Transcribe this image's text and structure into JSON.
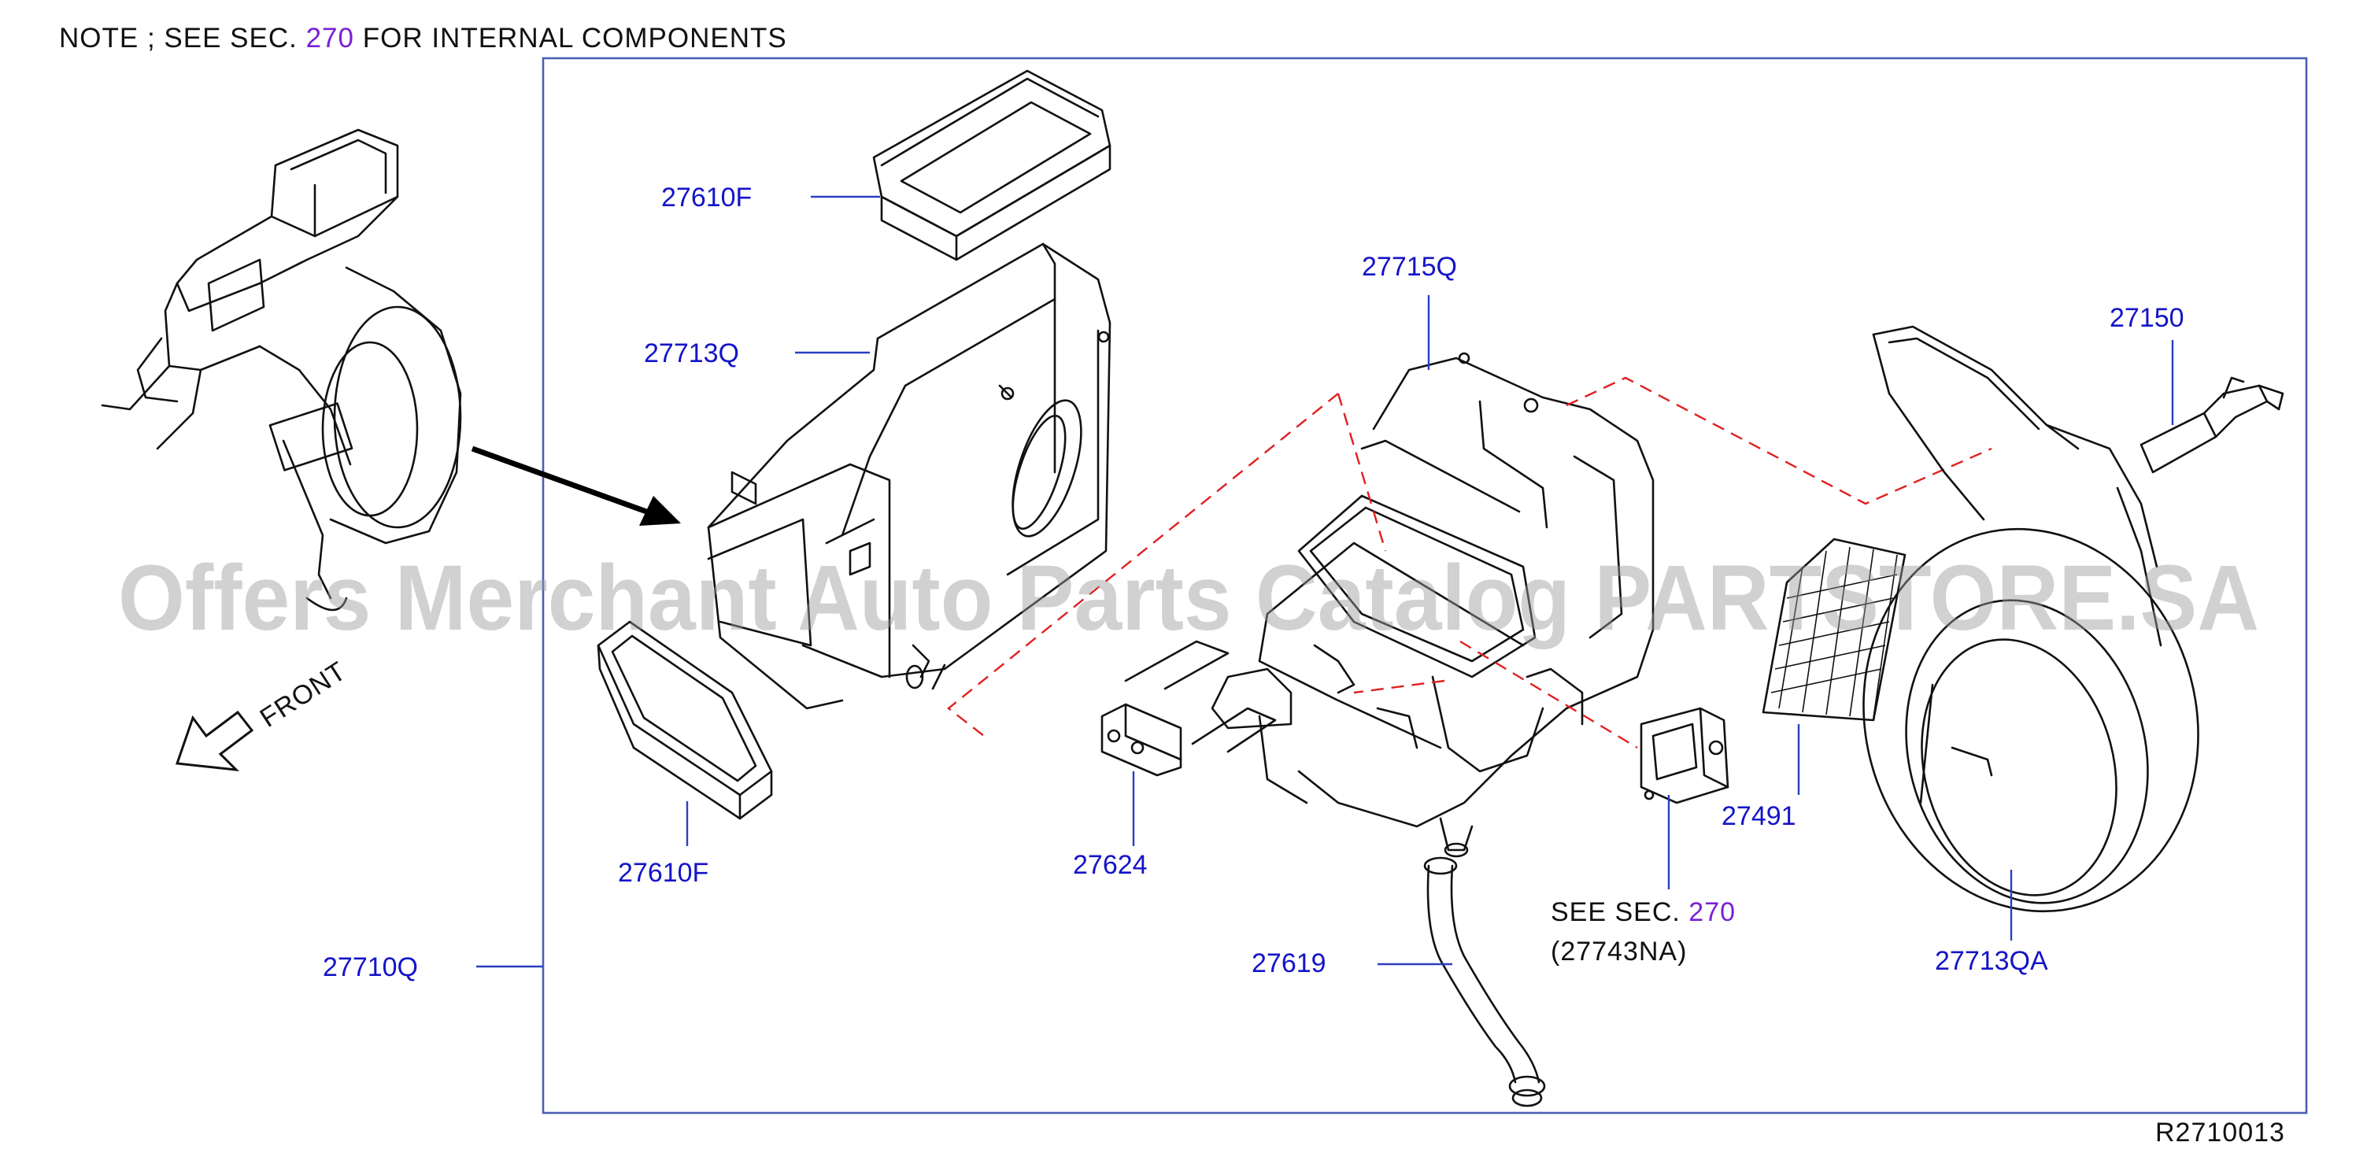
{
  "note": {
    "prefix": "NOTE ; SEE SEC.",
    "section": "270",
    "suffix": "FOR INTERNAL COMPONENTS"
  },
  "parts": {
    "p27610F_top": "27610F",
    "p27713Q": "27713Q",
    "p27715Q": "27715Q",
    "p27150": "27150",
    "p27610F_bottom": "27610F",
    "p27624": "27624",
    "p27491": "27491",
    "p27710Q": "27710Q",
    "p27619": "27619",
    "p27713QA": "27713QA"
  },
  "see_section": {
    "prefix": "SEE SEC.",
    "section": "270",
    "part": "(27743NA)"
  },
  "front_label": "FRONT",
  "watermark": "Offers Merchant Auto Parts Catalog PARTSTORE.SA",
  "diagram_ref": "R2710013",
  "colors": {
    "part_label": "#1414c8",
    "section_link": "#7a1fd6",
    "callout_dashed": "#e02020"
  }
}
